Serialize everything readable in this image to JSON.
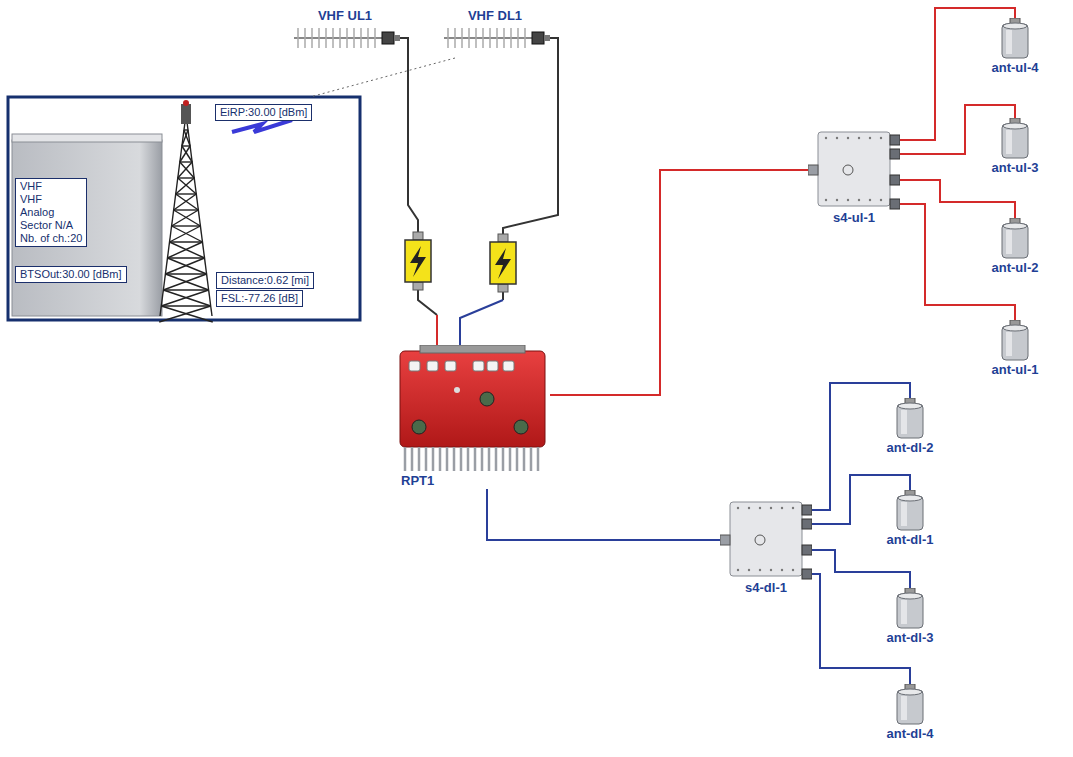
{
  "diagram": {
    "nodes": [
      {
        "text": [
          "VHF",
          "VHF",
          "Analog",
          "Sector N/A",
          "Nb. of ch.:20"
        ]
      },
      {
        "text": [
          "BTSOut:30.00 [dBm]"
        ]
      },
      {
        "text": [
          "EiRP:30.00 [dBm]"
        ]
      },
      {
        "text": [
          "Distance:0.62 [mi]"
        ]
      },
      {
        "text": [
          "FSL:-77.26 [dB]"
        ]
      },
      {
        "text": [
          "VHF UL1"
        ]
      },
      {
        "text": [
          "VHF DL1"
        ]
      },
      {
        "text": [
          "RPT1"
        ]
      },
      {
        "text": [
          "s4-ul-1"
        ]
      },
      {
        "text": [
          "ant-ul-4"
        ]
      },
      {
        "text": [
          "ant-ul-3"
        ]
      },
      {
        "text": [
          "ant-ul-2"
        ]
      },
      {
        "text": [
          "ant-ul-1"
        ]
      },
      {
        "text": [
          "s4-dl-1"
        ]
      },
      {
        "text": [
          "ant-dl-2"
        ]
      },
      {
        "text": [
          "ant-dl-1"
        ]
      },
      {
        "text": [
          "ant-dl-3"
        ]
      },
      {
        "text": [
          "ant-dl-4"
        ]
      }
    ],
    "edges": [
      {
        "from": 5,
        "to": 7,
        "arrow": "none"
      },
      {
        "from": 6,
        "to": 7,
        "arrow": "none"
      },
      {
        "from": 7,
        "to": 8,
        "arrow": "none"
      },
      {
        "from": 8,
        "to": 9,
        "arrow": "none"
      },
      {
        "from": 8,
        "to": 10,
        "arrow": "none"
      },
      {
        "from": 8,
        "to": 11,
        "arrow": "none"
      },
      {
        "from": 8,
        "to": 12,
        "arrow": "none"
      },
      {
        "from": 7,
        "to": 13,
        "arrow": "none"
      },
      {
        "from": 13,
        "to": 14,
        "arrow": "none"
      },
      {
        "from": 13,
        "to": 15,
        "arrow": "none"
      },
      {
        "from": 13,
        "to": 16,
        "arrow": "none"
      },
      {
        "from": 13,
        "to": 17,
        "arrow": "none"
      }
    ]
  }
}
